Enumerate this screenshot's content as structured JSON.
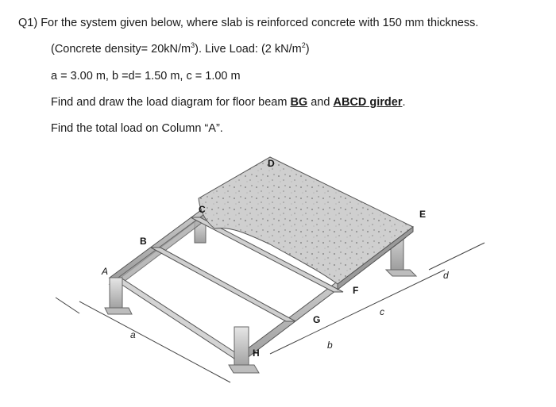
{
  "question": {
    "line1": "Q1) For the system given below, where slab is reinforced concrete with 150 mm thickness.",
    "line2_prefix": "(Concrete density= 20kN/m",
    "line2_sup1": "3",
    "line2_mid": "). Live Load: (2  kN/m",
    "line2_sup2": "2",
    "line2_suffix": ")",
    "line3": "a = 3.00 m, b =d= 1.50 m, c = 1.00 m",
    "line4_prefix": "Find and draw the load diagram for floor beam",
    "line4_bg": "BG",
    "line4_and": "and",
    "line4_abcd": "ABCD girder",
    "line4_end": ".",
    "line5": "Find the total load on Column “A”."
  },
  "figure": {
    "points": [
      "A",
      "B",
      "C",
      "D",
      "E",
      "F",
      "G",
      "H"
    ],
    "dimensions": [
      "a",
      "b",
      "c",
      "d"
    ]
  }
}
